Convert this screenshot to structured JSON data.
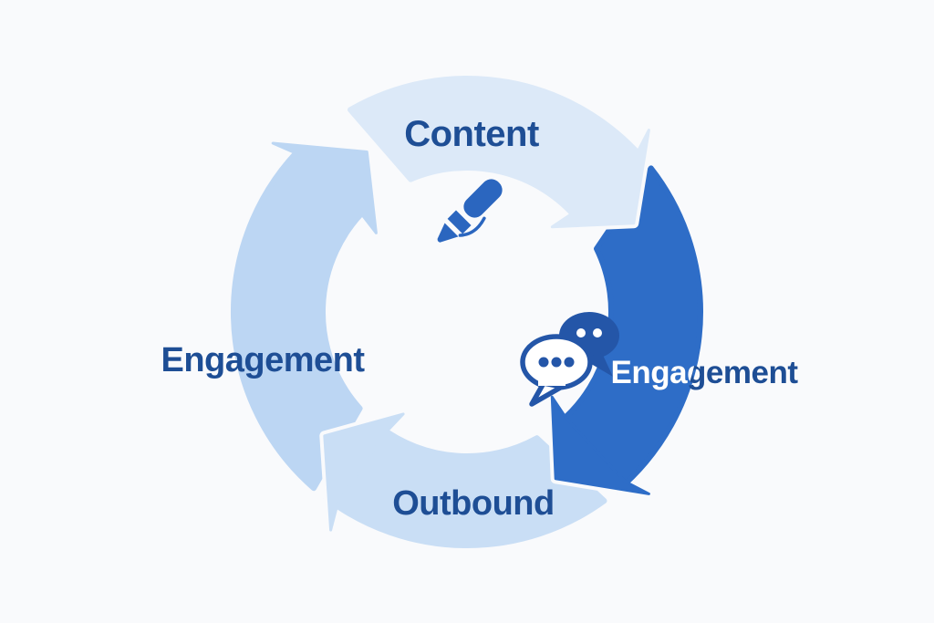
{
  "diagram": {
    "type": "cycle",
    "direction": "clockwise",
    "background_color": "#f9fafc",
    "label_color": "#1e4e95",
    "label_color_on_dark": "#ffffff",
    "stages": [
      {
        "id": "content",
        "label": "Content",
        "band_color": "#dce9f8",
        "position": "top",
        "icon": "pencil-icon"
      },
      {
        "id": "engagement-right",
        "label": "Engagement",
        "band_color": "#2e6dc7",
        "position": "right",
        "icon": "chat-bubbles-icon",
        "highlighted": true
      },
      {
        "id": "outbound",
        "label": "Outbound",
        "band_color": "#c9def5",
        "position": "bottom",
        "icon": null
      },
      {
        "id": "engagement-left",
        "label": "Engagement",
        "band_color": "#bcd6f3",
        "position": "left",
        "icon": null
      }
    ],
    "icons": {
      "pencil_color": "#2b66bf",
      "chat_dark_color": "#2456a8",
      "chat_light_color": "#ffffff"
    }
  }
}
